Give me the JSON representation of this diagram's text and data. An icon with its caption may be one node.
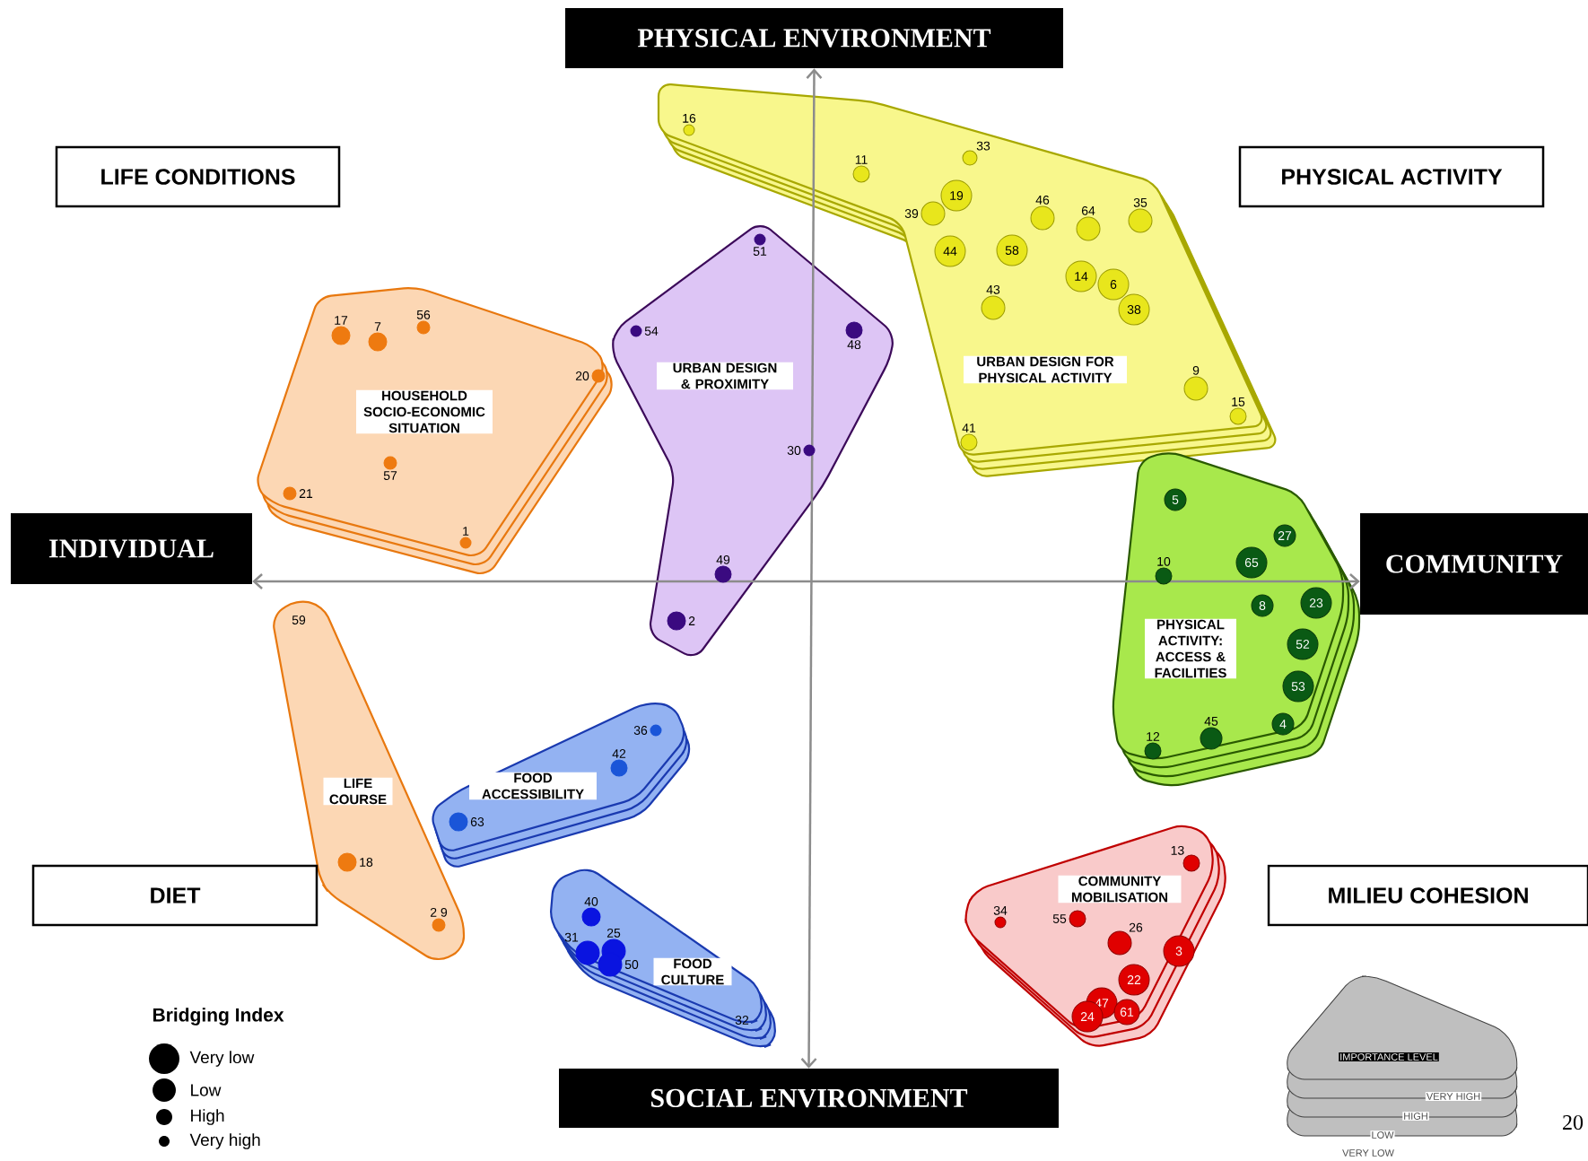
{
  "diagram": {
    "nodes": [
      {
        "text": [
          "PHYSICAL ENVIRONMENT"
        ]
      },
      {
        "text": [
          "LIFE CONDITIONS"
        ]
      },
      {
        "text": [
          "PHYSICAL ACTIVITY"
        ]
      },
      {
        "text": [
          "INDIVIDUAL"
        ]
      },
      {
        "text": [
          "COMMUNITY"
        ]
      },
      {
        "text": [
          "DIET"
        ]
      },
      {
        "text": [
          "MILIEU COHESION"
        ]
      },
      {
        "text": [
          "SOCIAL ENVIRONMENT"
        ]
      },
      {
        "text": [
          "URBAN DESIGN FOR PHYSICAL ACTIVITY"
        ]
      },
      {
        "text": [],
        "shape": "circle",
        "beside": [
          "16"
        ],
        "in": 8
      },
      {
        "text": [],
        "shape": "circle",
        "beside": [
          "11"
        ],
        "in": 8
      },
      {
        "text": [],
        "shape": "circle",
        "beside": [
          "33"
        ],
        "in": 8
      },
      {
        "text": [],
        "shape": "circle",
        "beside": [
          "39"
        ],
        "in": 8
      },
      {
        "text": [
          "19"
        ],
        "in": 8
      },
      {
        "text": [],
        "shape": "circle",
        "beside": [
          "46"
        ],
        "in": 8
      },
      {
        "text": [],
        "shape": "circle",
        "beside": [
          "64"
        ],
        "in": 8
      },
      {
        "text": [],
        "shape": "circle",
        "beside": [
          "35"
        ],
        "in": 8
      },
      {
        "text": [
          "44"
        ],
        "in": 8
      },
      {
        "text": [
          "58"
        ],
        "in": 8
      },
      {
        "text": [
          "14"
        ],
        "in": 8
      },
      {
        "text": [
          "6"
        ],
        "in": 8
      },
      {
        "text": [
          "38"
        ],
        "in": 8
      },
      {
        "text": [],
        "shape": "circle",
        "beside": [
          "43"
        ],
        "in": 8
      },
      {
        "text": [],
        "shape": "circle",
        "beside": [
          "9"
        ],
        "in": 8
      },
      {
        "text": [],
        "shape": "circle",
        "beside": [
          "15"
        ],
        "in": 8
      },
      {
        "text": [],
        "shape": "circle",
        "beside": [
          "41"
        ],
        "in": 8
      },
      {
        "text": [
          "URBAN DESIGN & PROXIMITY"
        ]
      },
      {
        "text": [],
        "shape": "circle",
        "beside": [
          "51"
        ],
        "in": 26
      },
      {
        "text": [],
        "shape": "circle",
        "beside": [
          "54"
        ],
        "in": 26
      },
      {
        "text": [],
        "shape": "circle",
        "beside": [
          "48"
        ],
        "in": 26
      },
      {
        "text": [],
        "shape": "circle",
        "beside": [
          "30"
        ],
        "in": 26
      },
      {
        "text": [],
        "shape": "circle",
        "beside": [
          "49"
        ],
        "in": 26
      },
      {
        "text": [],
        "shape": "circle",
        "beside": [
          "2"
        ],
        "in": 26
      },
      {
        "text": [
          "HOUSEHOLD SOCIO-ECONOMIC SITUATION"
        ]
      },
      {
        "text": [],
        "shape": "circle",
        "beside": [
          "17"
        ],
        "in": 33
      },
      {
        "text": [],
        "shape": "circle",
        "beside": [
          "7"
        ],
        "in": 33
      },
      {
        "text": [],
        "shape": "circle",
        "beside": [
          "56"
        ],
        "in": 33
      },
      {
        "text": [],
        "shape": "circle",
        "beside": [
          "20"
        ],
        "in": 33
      },
      {
        "text": [],
        "shape": "circle",
        "beside": [
          "57"
        ],
        "in": 33
      },
      {
        "text": [],
        "shape": "circle",
        "beside": [
          "21"
        ],
        "in": 33
      },
      {
        "text": [],
        "shape": "circle",
        "beside": [
          "1"
        ],
        "in": 33
      },
      {
        "text": [
          "LIFE COURSE"
        ]
      },
      {
        "text": [
          "59"
        ],
        "in": 41
      },
      {
        "text": [],
        "shape": "circle",
        "beside": [
          "18"
        ],
        "in": 41
      },
      {
        "text": [],
        "shape": "circle",
        "beside": [
          "2 9"
        ],
        "in": 41
      },
      {
        "text": [
          "FOOD ACCESSIBILITY"
        ]
      },
      {
        "text": [],
        "shape": "circle",
        "beside": [
          "36"
        ],
        "in": 45
      },
      {
        "text": [],
        "shape": "circle",
        "beside": [
          "42"
        ],
        "in": 45
      },
      {
        "text": [],
        "shape": "circle",
        "beside": [
          "63"
        ],
        "in": 45
      },
      {
        "text": [
          "FOOD CULTURE"
        ]
      },
      {
        "text": [],
        "shape": "circle",
        "beside": [
          "40"
        ],
        "in": 49
      },
      {
        "text": [],
        "shape": "circle",
        "beside": [
          "31"
        ],
        "in": 49
      },
      {
        "text": [],
        "shape": "circle",
        "beside": [
          "25"
        ],
        "in": 49
      },
      {
        "text": [],
        "shape": "circle",
        "beside": [
          "50"
        ],
        "in": 49
      },
      {
        "text": [
          "32"
        ],
        "in": 49
      },
      {
        "text": [
          "PHYSICAL ACTIVITY: ACCESS & FACILITIES"
        ]
      },
      {
        "text": [
          "5"
        ],
        "in": 55
      },
      {
        "text": [
          "27"
        ],
        "in": 55
      },
      {
        "text": [],
        "shape": "circle",
        "beside": [
          "10"
        ],
        "in": 55
      },
      {
        "text": [
          "65"
        ],
        "in": 55
      },
      {
        "text": [
          "8"
        ],
        "in": 55
      },
      {
        "text": [
          "23"
        ],
        "in": 55
      },
      {
        "text": [
          "52"
        ],
        "in": 55
      },
      {
        "text": [
          "53"
        ],
        "in": 55
      },
      {
        "text": [
          "4"
        ],
        "in": 55
      },
      {
        "text": [],
        "shape": "circle",
        "beside": [
          "12"
        ],
        "in": 55
      },
      {
        "text": [],
        "shape": "circle",
        "beside": [
          "45"
        ],
        "in": 55
      },
      {
        "text": [
          "COMMUNITY MOBILISATION"
        ]
      },
      {
        "text": [],
        "shape": "circle",
        "beside": [
          "13"
        ],
        "in": 67
      },
      {
        "text": [],
        "shape": "circle",
        "beside": [
          "34"
        ],
        "in": 67
      },
      {
        "text": [],
        "shape": "circle",
        "beside": [
          "55"
        ],
        "in": 67
      },
      {
        "text": [],
        "shape": "circle",
        "beside": [
          "26"
        ],
        "in": 67
      },
      {
        "text": [
          "3"
        ],
        "in": 67
      },
      {
        "text": [
          "22"
        ],
        "in": 67
      },
      {
        "text": [
          "47"
        ],
        "in": 67
      },
      {
        "text": [
          "24"
        ],
        "in": 67
      },
      {
        "text": [
          "61"
        ],
        "in": 67
      },
      {
        "text": [
          "IMPORTANCE LEVEL",
          "VERY HIGH",
          "HIGH",
          "LOW",
          "VERY LOW"
        ]
      }
    ],
    "edges": [
      {
        "from": 3,
        "to": 4,
        "arrow": "both"
      },
      {
        "from": 0,
        "to": 7,
        "arrow": "both"
      }
    ],
    "labels": [
      "Bridging Index",
      "20"
    ],
    "legend": [
      {
        "text": "Very low"
      },
      {
        "text": "Low"
      },
      {
        "text": "High"
      },
      {
        "text": "Very high"
      }
    ]
  }
}
